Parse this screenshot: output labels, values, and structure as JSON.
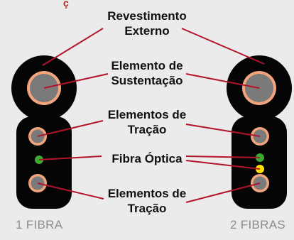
{
  "top_mark": "ç",
  "labels": {
    "outer_sheath": [
      "Revestimento",
      "Externo"
    ],
    "support_element": [
      "Elemento de",
      "Sustentação"
    ],
    "traction_upper": [
      "Elementos de",
      "Tração"
    ],
    "optical_fiber": "Fibra Óptica",
    "traction_lower": [
      "Elementos de",
      "Tração"
    ]
  },
  "captions": {
    "left": "1 FIBRA",
    "right": "2 FIBRAS"
  },
  "colors": {
    "cable_jacket": "#050505",
    "support_ring": "#f2a57c",
    "support_core": "#7a7a7a",
    "leader_line": "#b3142b",
    "green_fiber": "#3cab35",
    "yellow_fiber": "#ffe000",
    "caption": "#8c8c8c"
  }
}
